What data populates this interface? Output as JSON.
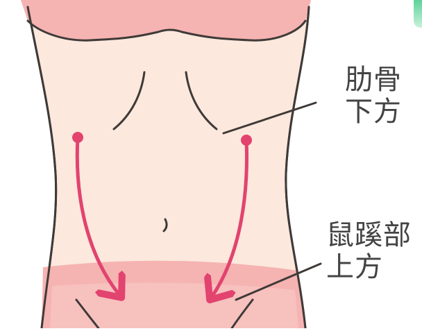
{
  "labels": {
    "rib": {
      "line1": "肋骨",
      "line2": "下方"
    },
    "groin": {
      "line1": "鼠蹊部",
      "line2": "上方"
    }
  },
  "colors": {
    "skin": "#fce8dd",
    "outline": "#3f3a38",
    "band": "#f5b3b1",
    "arrow": "#e2436f",
    "text": "#444444"
  },
  "icons": {
    "arrow_left": "curved-arrow-down-icon",
    "arrow_right": "curved-arrow-down-icon"
  }
}
